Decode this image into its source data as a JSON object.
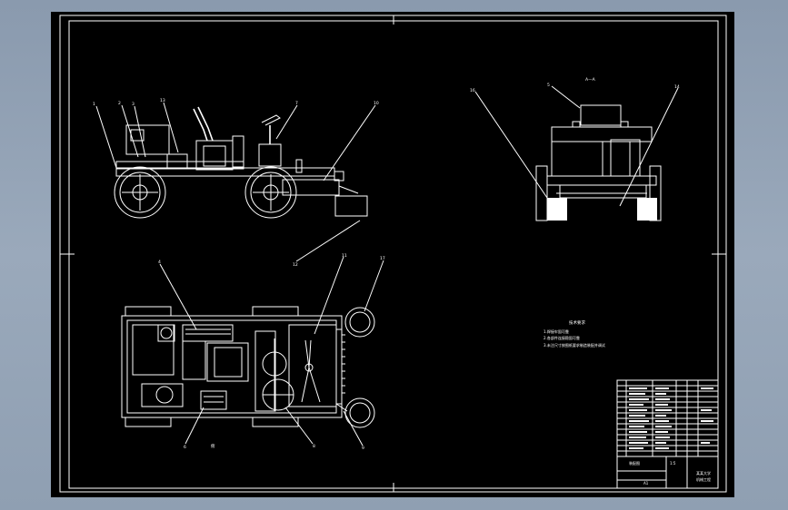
{
  "drawing": {
    "view_label_top_right": "A—A",
    "view_label_bottom_left": "俯",
    "callouts": {
      "c1": "1",
      "c2": "2",
      "c3": "3",
      "c13": "13",
      "c7": "7",
      "c10": "10",
      "c12": "12",
      "c16": "16",
      "c5": "5",
      "c14": "14",
      "c4": "4",
      "c11": "11",
      "c17": "17",
      "c6": "6",
      "c8": "8",
      "c9": "9"
    },
    "notes": {
      "heading": "技术要求",
      "line1": "1.焊接牢固可靠",
      "line2": "2.各部件连接稳固可靠",
      "line3": "3.未注尺寸按图纸要求制造装配并调试"
    },
    "title_block": {
      "drawing_name": "装配图",
      "company": "某某大学",
      "dept": "机械工程",
      "scale": "1:5",
      "sheet": "A1"
    }
  }
}
